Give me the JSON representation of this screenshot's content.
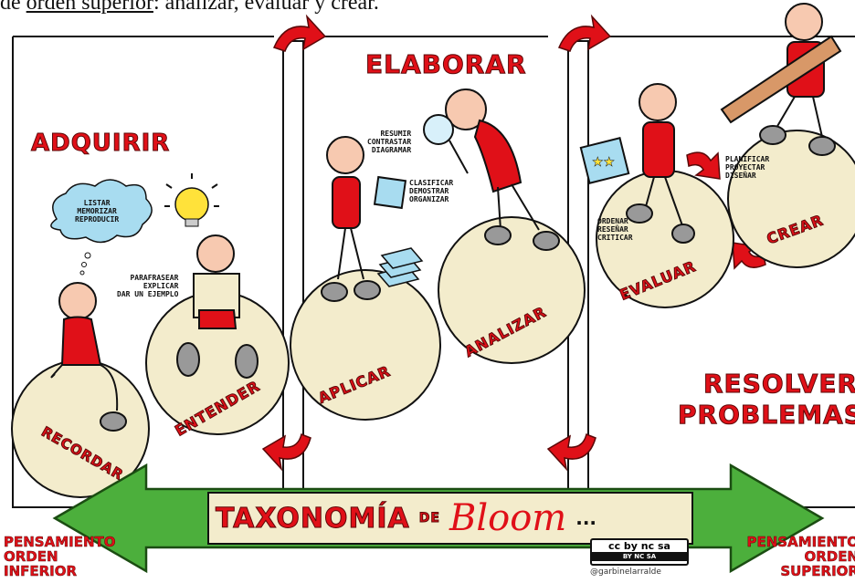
{
  "header": {
    "prefix": "de ",
    "underlined": "orden superior",
    "suffix": ": analizar, evaluar y crear."
  },
  "sections": {
    "adquirir": "ADQUIRIR",
    "elaborar": "ELABORAR",
    "resolver_line1": "RESOLVER",
    "resolver_line2": "PROBLEMAS"
  },
  "levels": {
    "recordar": {
      "label": "RECORDAR",
      "verbs": "LISTAR\nMEMORIZAR\nREPRODUCIR"
    },
    "entender": {
      "label": "ENTENDER",
      "verbs": "PARAFRASEAR\nEXPLICAR\nDAR UN EJEMPLO"
    },
    "aplicar": {
      "label": "APLICAR",
      "verbs": "CLASIFICAR\nDEMOSTRAR\nORGANIZAR"
    },
    "analizar": {
      "label": "ANALIZAR",
      "verbs": "RESUMIR\nCONTRASTAR\nDIAGRAMAR"
    },
    "evaluar": {
      "label": "EVALUAR",
      "verbs": "ORDENAR\nRESEÑAR\nCRITICAR"
    },
    "crear": {
      "label": "CREAR",
      "verbs": "PLANIFICAR\nPROYECTAR\nDISEÑAR"
    }
  },
  "banner": {
    "taxonomia": "TAXONOMÍA",
    "de": "DE",
    "bloom": "Bloom",
    "dots": "..."
  },
  "footer": {
    "left": "PENSAMIENTO\nORDEN\nINFERIOR",
    "right": "PENSAMIENTO\nORDEN\nSUPERIOR",
    "cc": "cc by nc sa",
    "cc_badges": "BY  NC  SA",
    "author": "@garbinelarralde"
  },
  "colors": {
    "red": "#e01018",
    "green": "#4caf3c",
    "circle": "#f3eccc",
    "cloud": "#a8dcf0",
    "bulb": "#ffe23a"
  }
}
